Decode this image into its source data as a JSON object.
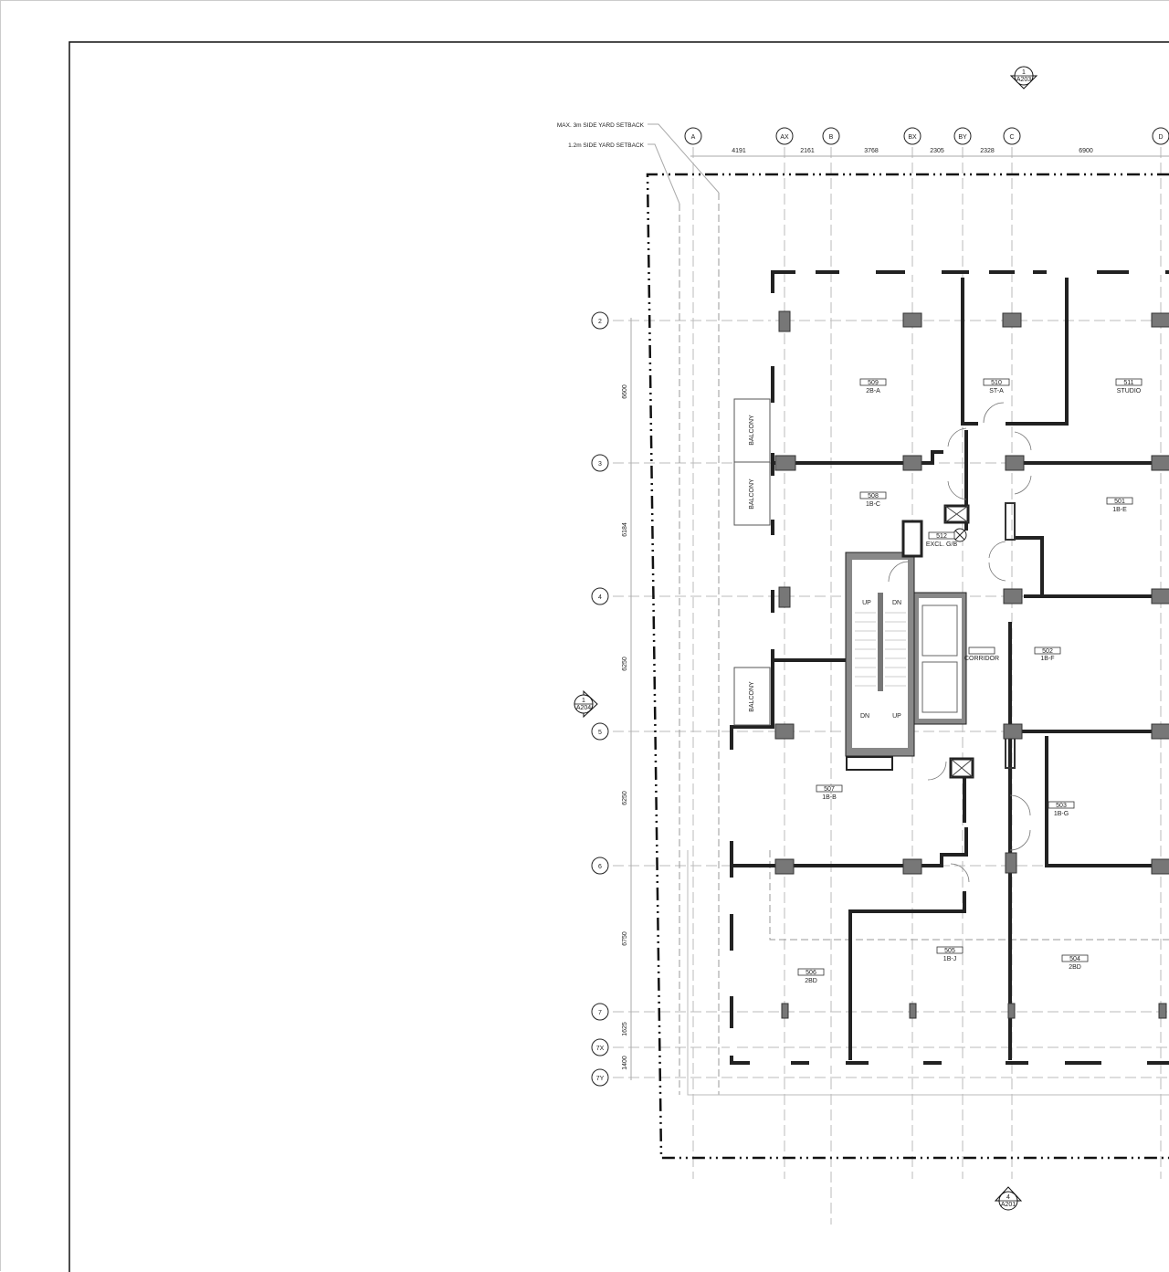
{
  "sheet": {
    "notes": [
      "MAX. 3m SIDE YARD SETBACK",
      "1.2m SIDE YARD SETBACK"
    ],
    "column_grids": [
      "A",
      "AX",
      "B",
      "BX",
      "BY",
      "C",
      "D"
    ],
    "column_dims": [
      "4191",
      "2161",
      "3768",
      "2305",
      "2328",
      "6900"
    ],
    "row_grids": [
      "2",
      "3",
      "4",
      "5",
      "6",
      "7",
      "7X",
      "7Y"
    ],
    "row_dims": [
      "6600",
      "6184",
      "6250",
      "6250",
      "6750",
      "1625",
      "1400"
    ],
    "section_markers": [
      {
        "num": "1",
        "sheet": "A203"
      },
      {
        "num": "4",
        "sheet": "A201"
      },
      {
        "num": "1",
        "sheet": "A204"
      }
    ],
    "rooms": [
      {
        "num": "509",
        "type": "2B-A"
      },
      {
        "num": "510",
        "type": "ST-A"
      },
      {
        "num": "511",
        "type": "STUDIO"
      },
      {
        "num": "508",
        "type": "1B-C"
      },
      {
        "num": "501",
        "type": "1B-E"
      },
      {
        "num": "512",
        "type": "EXCL. G/B"
      },
      {
        "num": "",
        "type": "CORRIDOR"
      },
      {
        "num": "502",
        "type": "1B-F"
      },
      {
        "num": "507",
        "type": "1B-B"
      },
      {
        "num": "503",
        "type": "1B-G"
      },
      {
        "num": "506",
        "type": "2BD"
      },
      {
        "num": "505",
        "type": "1B-J"
      },
      {
        "num": "504",
        "type": "2BD"
      }
    ],
    "balcony_label": "BALCONY",
    "stair": {
      "up": "UP",
      "dn": "DN"
    }
  }
}
